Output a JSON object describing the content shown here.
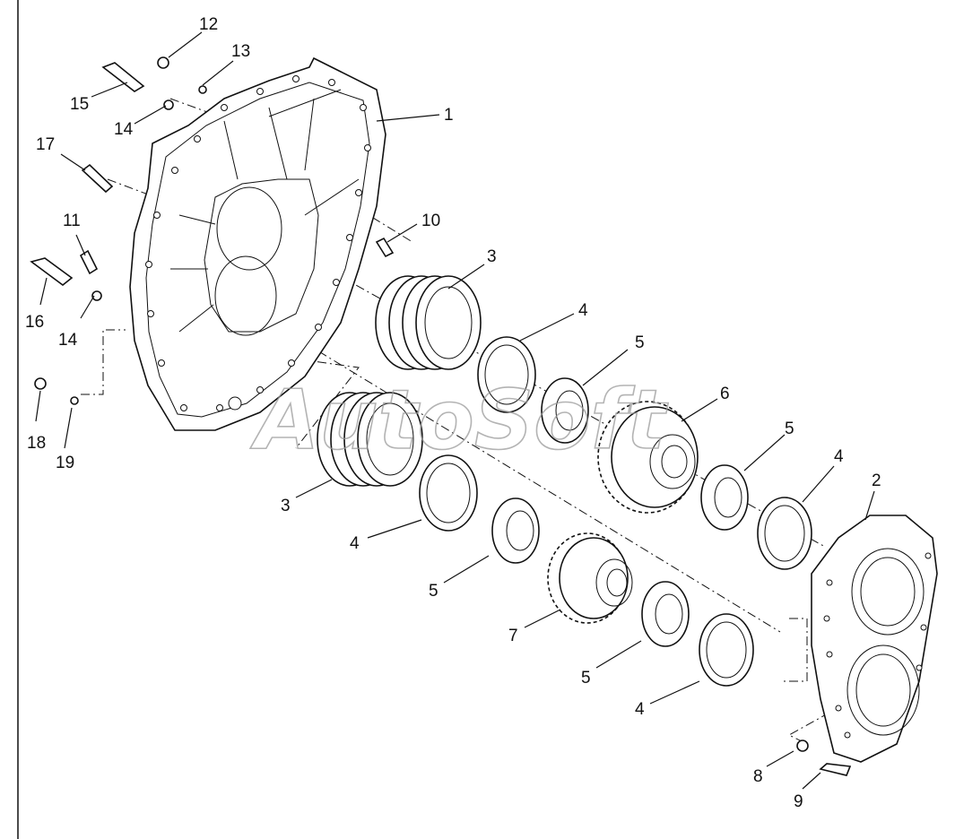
{
  "watermark": "AutoSoft",
  "callouts": [
    {
      "id": "c1",
      "text": "1"
    },
    {
      "id": "c2",
      "text": "2"
    },
    {
      "id": "c3a",
      "text": "3"
    },
    {
      "id": "c3b",
      "text": "3"
    },
    {
      "id": "c4a",
      "text": "4"
    },
    {
      "id": "c4b",
      "text": "4"
    },
    {
      "id": "c4c",
      "text": "4"
    },
    {
      "id": "c4d",
      "text": "4"
    },
    {
      "id": "c5a",
      "text": "5"
    },
    {
      "id": "c5b",
      "text": "5"
    },
    {
      "id": "c5c",
      "text": "5"
    },
    {
      "id": "c5d",
      "text": "5"
    },
    {
      "id": "c6",
      "text": "6"
    },
    {
      "id": "c7",
      "text": "7"
    },
    {
      "id": "c8",
      "text": "8"
    },
    {
      "id": "c9",
      "text": "9"
    },
    {
      "id": "c10",
      "text": "10"
    },
    {
      "id": "c11",
      "text": "11"
    },
    {
      "id": "c12",
      "text": "12"
    },
    {
      "id": "c13",
      "text": "13"
    },
    {
      "id": "c14a",
      "text": "14"
    },
    {
      "id": "c14b",
      "text": "14"
    },
    {
      "id": "c15",
      "text": "15"
    },
    {
      "id": "c16",
      "text": "16"
    },
    {
      "id": "c17",
      "text": "17"
    },
    {
      "id": "c18",
      "text": "18"
    },
    {
      "id": "c19",
      "text": "19"
    }
  ]
}
